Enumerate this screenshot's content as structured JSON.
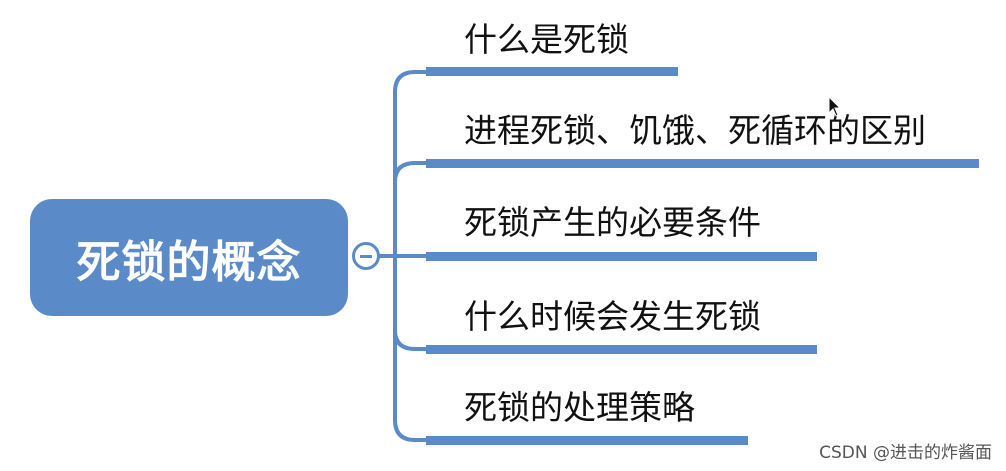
{
  "mindmap": {
    "root": {
      "label": "死锁的概念",
      "color": "#5b8ac9",
      "text_color": "#ffffff"
    },
    "toggle": {
      "icon": "minus-circle-icon",
      "state": "expanded"
    },
    "branches": [
      {
        "label": "什么是死锁"
      },
      {
        "label": "进程死锁、饥饿、死循环的区别"
      },
      {
        "label": "死锁产生的必要条件"
      },
      {
        "label": "什么时候会发生死锁"
      },
      {
        "label": "死锁的处理策略"
      }
    ],
    "branch_color": "#5b8ac9"
  },
  "watermark": {
    "text": "CSDN @进击的炸酱面"
  },
  "cursor": {
    "icon": "mouse-pointer-icon"
  }
}
